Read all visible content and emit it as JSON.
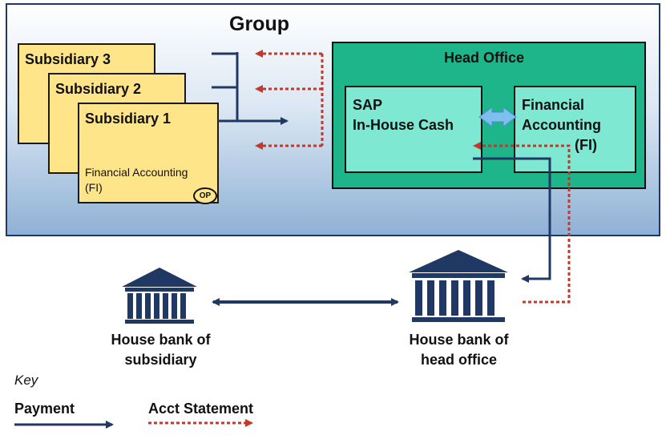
{
  "group": {
    "title": "Group"
  },
  "subsidiaries": [
    {
      "label": "Subsidiary 3"
    },
    {
      "label": "Subsidiary 2"
    },
    {
      "label": "Subsidiary 1",
      "fi_line1": "Financial Accounting",
      "fi_line2": "(FI)",
      "badge": "OP"
    }
  ],
  "head_office": {
    "title": "Head Office",
    "ihc_line1": "SAP",
    "ihc_line2": "In-House Cash",
    "fi_line1": "Financial",
    "fi_line2": "Accounting",
    "fi_line3": "(FI)"
  },
  "banks": {
    "subsidiary_line1": "House bank of",
    "subsidiary_line2": "subsidiary",
    "head_office_line1": "House bank of",
    "head_office_line2": "head office"
  },
  "key": {
    "title": "Key",
    "payment_label": "Payment",
    "statement_label": "Acct Statement"
  },
  "colors": {
    "payment": "#1f3864",
    "statement": "#c0392b",
    "subsidiary_fill": "#ffe58a",
    "head_office_fill": "#1fb58a",
    "inner_fill": "#7fe8d3",
    "bank": "#1f3864",
    "double_arrow": "#7fbfee"
  },
  "icons": [
    "bank-building-icon",
    "double-arrow-icon"
  ]
}
